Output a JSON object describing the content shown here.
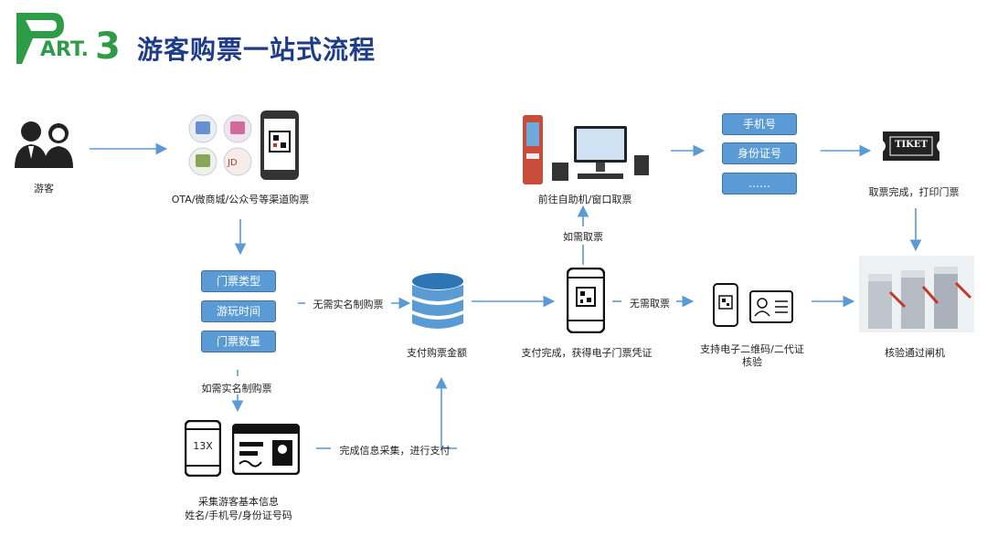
{
  "header": {
    "part_art": "ART.",
    "part_num": "3",
    "title": "游客购票一站式流程",
    "brand_color": "#1f3c88",
    "accent_color": "#2e9b47"
  },
  "flow": {
    "visitor": "游客",
    "channels": "OTA/微商城/公众号等渠道购票",
    "fields": [
      "门票类型",
      "游玩时间",
      "门票数量"
    ],
    "no_realname": "无需实名制购票",
    "pay": "支付购票金额",
    "realname": "如需实名制购票",
    "collect_line1": "采集游客基本信息",
    "collect_line2": "姓名/手机号/身份证号码",
    "phone_text": "13X",
    "collect_done": "完成信息采集，进行支付",
    "pay_done": "支付完成，获得电子门票凭证",
    "need_pick": "如需取票",
    "kiosk": "前往自助机/窗口取票",
    "id_options": [
      "手机号",
      "身份证号",
      "……"
    ],
    "ticket_word": "TIKET",
    "ticket_done": "取票完成，打印门票",
    "no_pick": "无需取票",
    "verify_line1": "支持电子二维码/二代证",
    "verify_line2": "核验",
    "gate": "核验通过闸机",
    "line_color": "#5b9bd5"
  }
}
